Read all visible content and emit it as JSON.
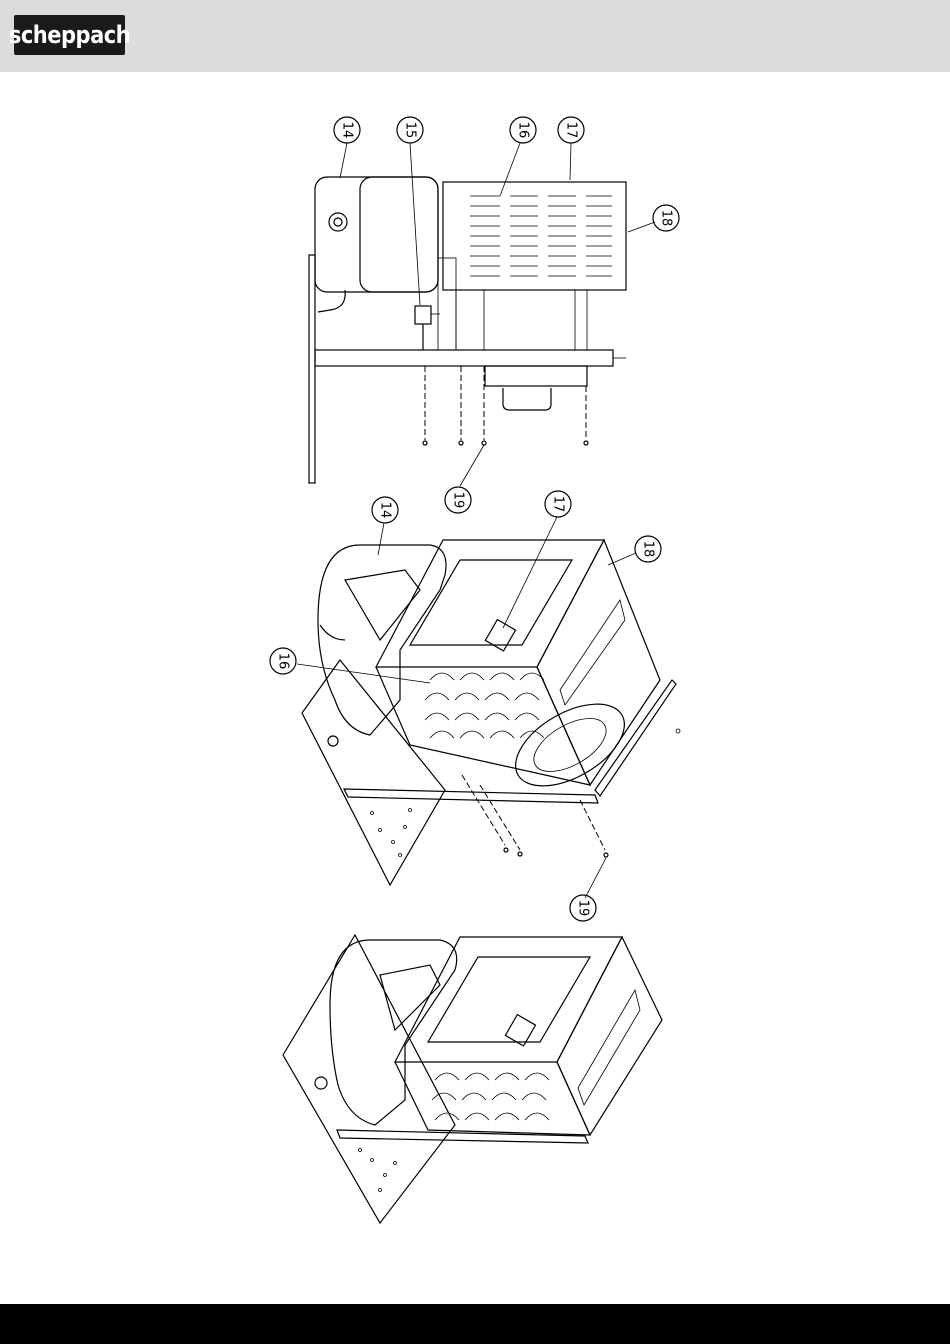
{
  "header": {
    "logo_text": "scheppach",
    "background_color": "#dcdcdc",
    "logo_color": "#1a1a1a"
  },
  "footer": {
    "background_color": "#000000"
  },
  "callouts": {
    "top_view": [
      "14",
      "15",
      "16",
      "17",
      "18",
      "19"
    ],
    "exploded_view": [
      "14",
      "17",
      "18",
      "16",
      "19"
    ]
  }
}
